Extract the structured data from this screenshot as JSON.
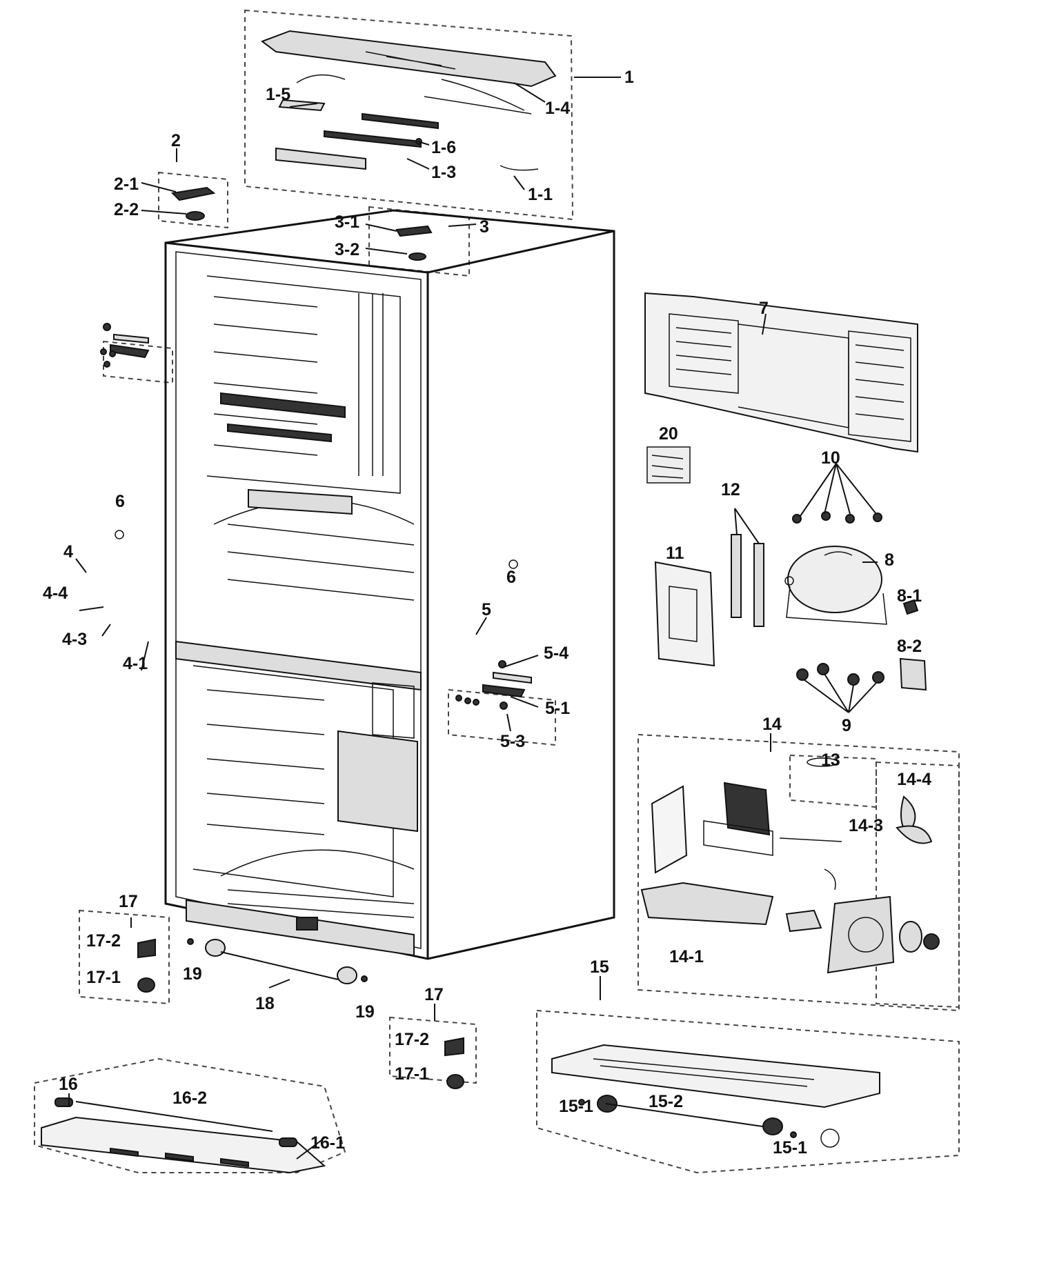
{
  "labels": {
    "p1": "1",
    "p1_1": "1-1",
    "p1_3": "1-3",
    "p1_4": "1-4",
    "p1_5": "1-5",
    "p1_6": "1-6",
    "p2": "2",
    "p2_1": "2-1",
    "p2_2": "2-2",
    "p3": "3",
    "p3_1": "3-1",
    "p3_2": "3-2",
    "p4": "4",
    "p4_1": "4-1",
    "p4_3": "4-3",
    "p4_4": "4-4",
    "p5": "5",
    "p5_1": "5-1",
    "p5_3": "5-3",
    "p5_4": "5-4",
    "p6a": "6",
    "p6b": "6",
    "p7": "7",
    "p8": "8",
    "p8_1": "8-1",
    "p8_2": "8-2",
    "p9": "9",
    "p10": "10",
    "p11": "11",
    "p12": "12",
    "p13": "13",
    "p14": "14",
    "p14_1": "14-1",
    "p14_3": "14-3",
    "p14_4": "14-4",
    "p15": "15",
    "p15_1a": "15-1",
    "p15_1b": "15-1",
    "p15_2": "15-2",
    "p16": "16",
    "p16_1": "16-1",
    "p16_2": "16-2",
    "p17a": "17",
    "p17_1a": "17-1",
    "p17_2a": "17-2",
    "p17b": "17",
    "p17_1b": "17-1",
    "p17_2b": "17-2",
    "p18": "18",
    "p19a": "19",
    "p19b": "19",
    "p20": "20"
  }
}
